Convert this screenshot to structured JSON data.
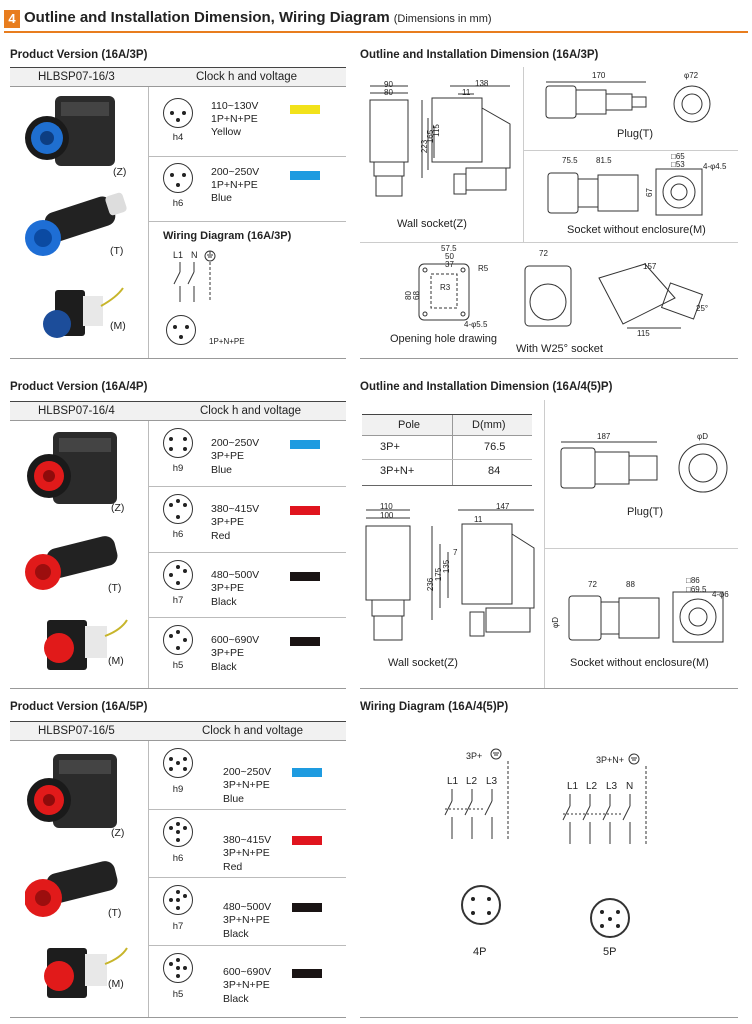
{
  "header": {
    "number": "4",
    "title": "Outline and Installation Dimension, Wiring Diagram",
    "subtitle": "(Dimensions in mm)"
  },
  "clock_col_label": "Clock h and voltage",
  "sections": {
    "p3": {
      "title": "Product Version (16A/3P)",
      "model": "HLBSP07-16/3",
      "variants": [
        "(Z)",
        "(T)",
        "(M)"
      ],
      "rows": [
        {
          "clock": "h4",
          "voltage": "110~130V",
          "config": "1P+N+PE",
          "color_name": "Yellow",
          "color": "#f2e21a"
        },
        {
          "clock": "h6",
          "voltage": "200~250V",
          "config": "1P+N+PE",
          "color_name": "Blue",
          "color": "#1e9be0"
        }
      ],
      "wiring_title": "Wiring Diagram (16A/3P)",
      "wiring_labels": [
        "L1",
        "N"
      ],
      "wiring_config": "1P+N+PE"
    },
    "p4": {
      "title": "Product Version (16A/4P)",
      "model": "HLBSP07-16/4",
      "variants": [
        "(Z)",
        "(T)",
        "(M)"
      ],
      "rows": [
        {
          "clock": "h9",
          "voltage": "200~250V",
          "config": "3P+PE",
          "color_name": "Blue",
          "color": "#1e9be0"
        },
        {
          "clock": "h6",
          "voltage": "380~415V",
          "config": "3P+PE",
          "color_name": "Red",
          "color": "#e0141e"
        },
        {
          "clock": "h7",
          "voltage": "480~500V",
          "config": "3P+PE",
          "color_name": "Black",
          "color": "#1a1414"
        },
        {
          "clock": "h5",
          "voltage": "600~690V",
          "config": "3P+PE",
          "color_name": "Black",
          "color": "#1a1414"
        }
      ]
    },
    "p5": {
      "title": "Product Version (16A/5P)",
      "model": "HLBSP07-16/5",
      "variants": [
        "(Z)",
        "(T)",
        "(M)"
      ],
      "rows": [
        {
          "clock": "h9",
          "voltage": "200~250V",
          "config": "3P+N+PE",
          "color_name": "Blue",
          "color": "#1e9be0"
        },
        {
          "clock": "h6",
          "voltage": "380~415V",
          "config": "3P+N+PE",
          "color_name": "Red",
          "color": "#e0141e"
        },
        {
          "clock": "h7",
          "voltage": "480~500V",
          "config": "3P+N+PE",
          "color_name": "Black",
          "color": "#1a1414"
        },
        {
          "clock": "h5",
          "voltage": "600~690V",
          "config": "3P+N+PE",
          "color_name": "Black",
          "color": "#1a1414"
        }
      ]
    }
  },
  "dim3p": {
    "title": "Outline and Installation Dimension (16A/3P)",
    "wall_socket": {
      "caption": "Wall socket(Z)",
      "dims": [
        "90",
        "80",
        "138",
        "11",
        "223",
        "165",
        "115"
      ]
    },
    "plug": {
      "caption": "Plug(T)",
      "dims": [
        "170",
        "φ72"
      ]
    },
    "socket_no_enclosure": {
      "caption": "Socket without enclosure(M)",
      "dims": [
        "75.5",
        "81.5",
        "□65",
        "□53",
        "4-φ4.5",
        "67"
      ]
    },
    "opening_hole": {
      "caption": "Opening hole drawing",
      "dims": [
        "57.5",
        "50",
        "37",
        "R5",
        "R3",
        "80",
        "68",
        "4-φ5.5"
      ]
    },
    "w25": {
      "caption": "With W25° socket",
      "dims": [
        "72",
        "157",
        "115",
        "25°"
      ]
    }
  },
  "dim45p": {
    "title": "Outline and Installation Dimension (16A/4(5)P)",
    "pole_table": {
      "headers": [
        "Pole",
        "D(mm)"
      ],
      "rows": [
        {
          "pole": "3P+",
          "d": "76.5"
        },
        {
          "pole": "3P+N+",
          "d": "84"
        }
      ]
    },
    "plug": {
      "caption": "Plug(T)",
      "dims": [
        "187",
        "φD"
      ]
    },
    "wall_socket": {
      "caption": "Wall socket(Z)",
      "dims": [
        "110",
        "100",
        "147",
        "11",
        "236",
        "175",
        "135",
        "7"
      ]
    },
    "socket_no_enclosure": {
      "caption": "Socket without enclosure(M)",
      "dims": [
        "72",
        "88",
        "□86",
        "□69.5",
        "4-φ6",
        "φD"
      ]
    }
  },
  "wiring45": {
    "title": "Wiring Diagram (16A/4(5)P)",
    "d4": {
      "top": "3P+",
      "labels": [
        "L1",
        "L2",
        "L3"
      ],
      "caption": "4P"
    },
    "d5": {
      "top": "3P+N+",
      "labels": [
        "L1",
        "L2",
        "L3",
        "N"
      ],
      "caption": "5P"
    }
  }
}
